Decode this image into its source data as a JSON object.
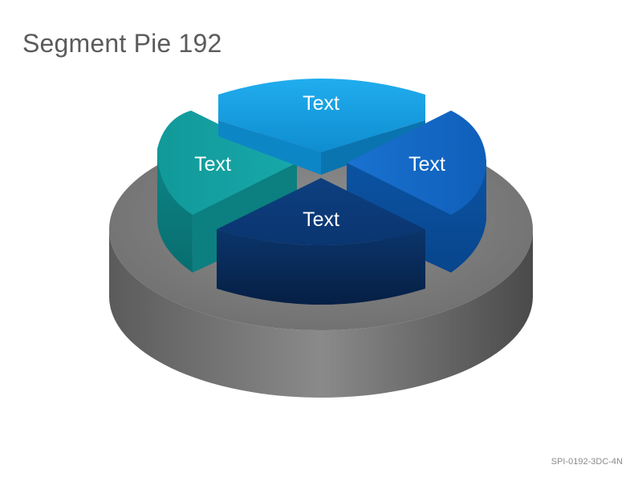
{
  "title": "Segment Pie 192",
  "segments": [
    {
      "id": "top",
      "label": "Text",
      "color": "#1aa7ec"
    },
    {
      "id": "left",
      "label": "Text",
      "color": "#17a3a6"
    },
    {
      "id": "right",
      "label": "Text",
      "color": "#1266c6"
    },
    {
      "id": "front",
      "label": "Text",
      "color": "#0b3d7a"
    }
  ],
  "base_color": "#7d7d7d",
  "footer_code": "SPI-0192-3DC-4N"
}
